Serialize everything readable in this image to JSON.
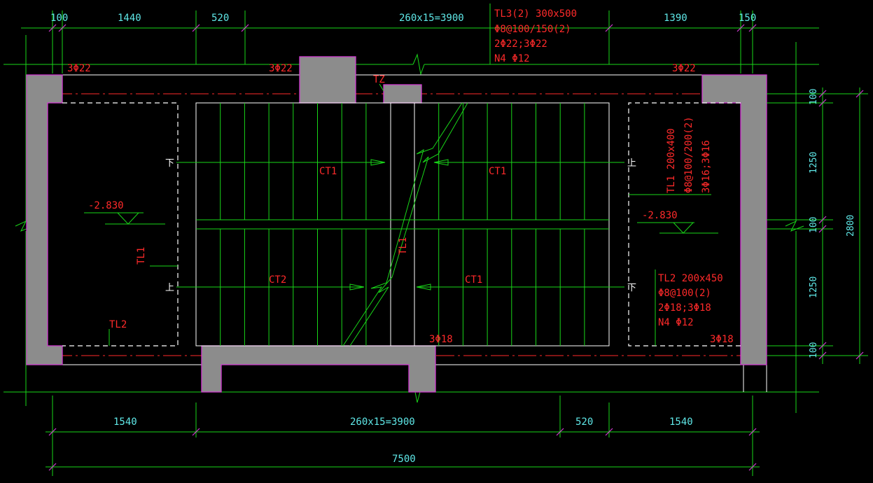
{
  "top_dims": [
    "100",
    "1440",
    "520",
    "260x15=3900",
    "1390",
    "150"
  ],
  "bottom_dims": [
    "1540",
    "260x15=3900",
    "520",
    "1540"
  ],
  "overall_dim": "7500",
  "right_dims": [
    "100",
    "1250",
    "100",
    "1250",
    "100"
  ],
  "right_total": "2800",
  "beams": {
    "tl3": [
      "TL3(2) 300x500",
      "Φ8@100/150(2)",
      "2Φ22;3Φ22",
      "N4 Φ12"
    ],
    "tl1": [
      "TL1 200x400",
      "Φ8@100/200(2)",
      "3Φ16;3Φ16"
    ],
    "tl2": [
      "TL2 200x450",
      "Φ8@100(2)",
      "2Φ18;3Φ18",
      "N4 Φ12"
    ]
  },
  "rebar": {
    "top_left": "3Φ22",
    "top_mid": "3Φ22",
    "top_right": "3Φ22",
    "bottom_mid": "3Φ18",
    "bottom_right": "3Φ18"
  },
  "labels": {
    "tz": "TZ",
    "ct1_top_left": "CT1",
    "ct1_top_right": "CT1",
    "ct2": "CT2",
    "ct1_bottom_right": "CT1",
    "tl1_left": "TL1",
    "tl2_left": "TL2",
    "tl1_center": "TL1",
    "level_left": "-2.830",
    "level_right": "-2.830"
  },
  "stair_marks": {
    "down_left": "下",
    "up_left": "上",
    "up_right": "上",
    "down_right": "下"
  },
  "colors": {
    "background": "#000000",
    "linework": "#19d619",
    "annotation": "#ff2a2a",
    "dimension_text": "#5fe8e8",
    "section_fill": "#8c8c8c",
    "section_edge": "#d23ad2"
  }
}
